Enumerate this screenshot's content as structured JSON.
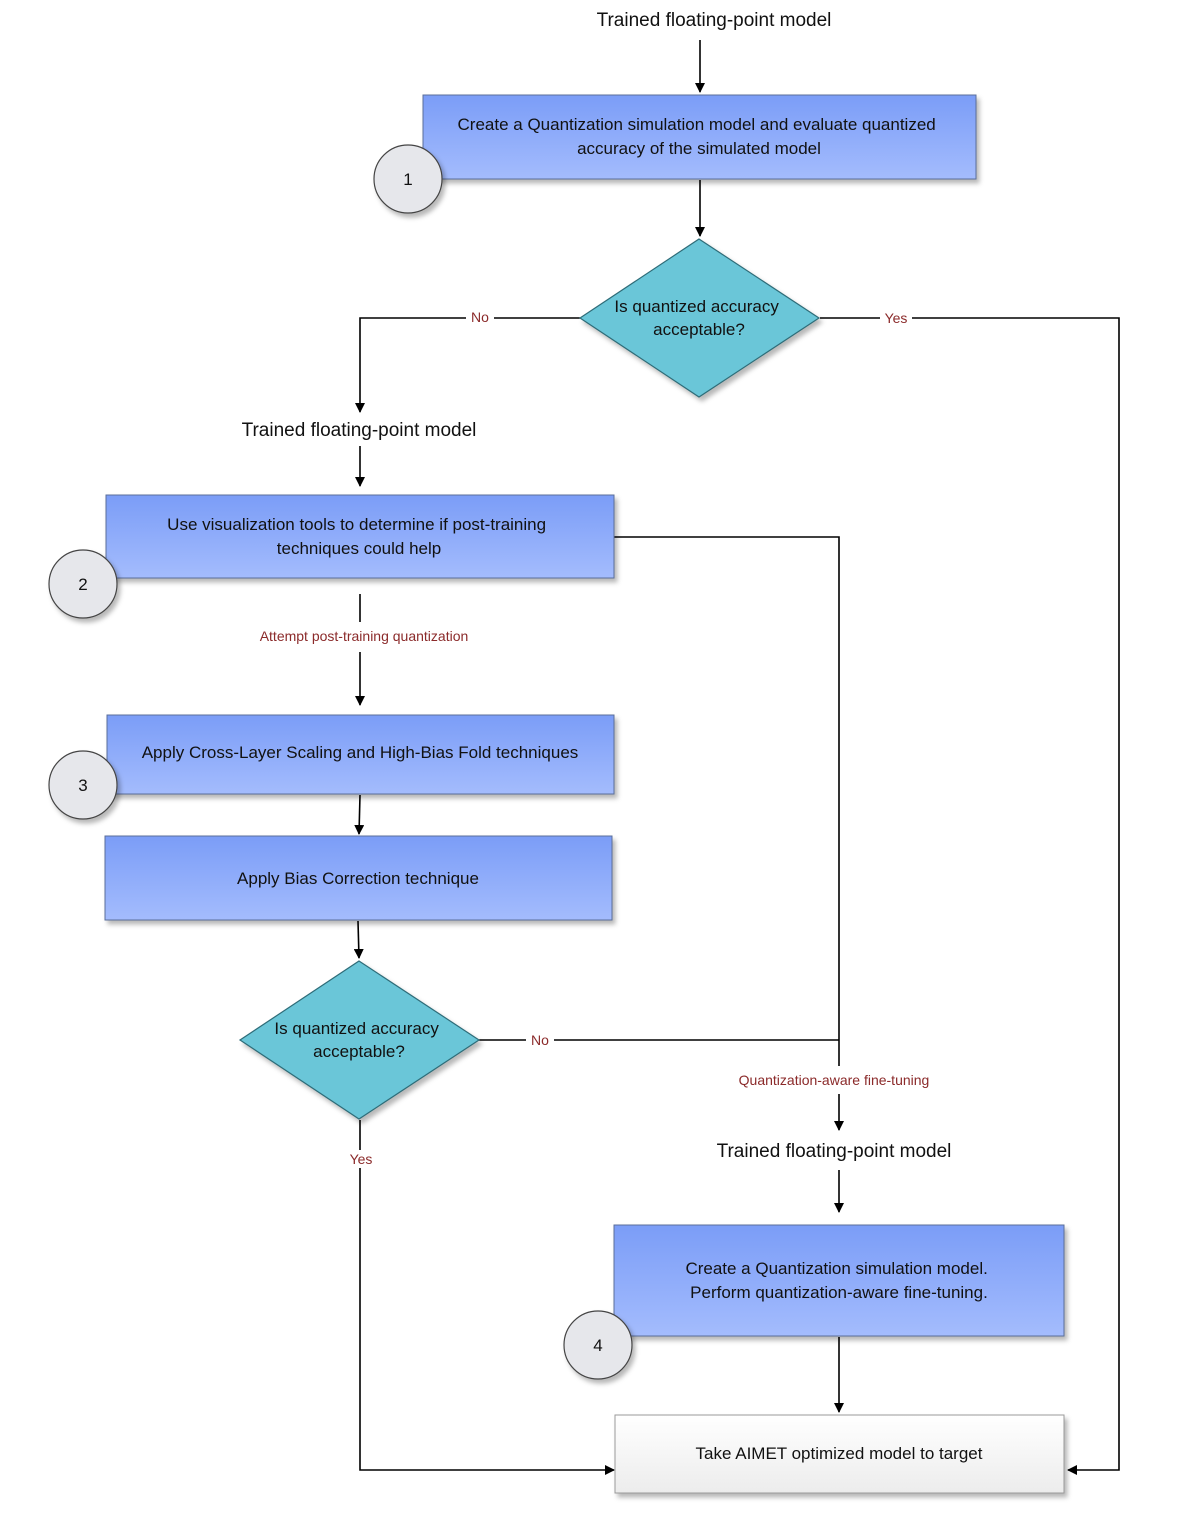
{
  "labels": {
    "top_input": "Trained floating-point model",
    "mid_input": "Trained floating-point model",
    "qat_input": "Trained floating-point model"
  },
  "boxes": {
    "step1": [
      "Create a Quantization simulation model and evaluate quantized",
      "accuracy of the simulated model"
    ],
    "step2": [
      "Use visualization tools to determine if post-training",
      "techniques could help"
    ],
    "step3": [
      "Apply Cross-Layer Scaling and High-Bias Fold techniques"
    ],
    "bias": [
      "Apply Bias Correction technique"
    ],
    "step4": [
      "Create a Quantization simulation model.",
      "Perform quantization-aware fine-tuning."
    ],
    "target": [
      "Take AIMET optimized model to target"
    ]
  },
  "decisions": {
    "d1": [
      "Is quantized accuracy",
      "acceptable?"
    ],
    "d2": [
      "Is quantized accuracy",
      "acceptable?"
    ]
  },
  "edge_labels": {
    "d1_no": "No",
    "d1_yes": "Yes",
    "ptq": "Attempt post-training quantization",
    "d2_no": "No",
    "d2_yes": "Yes",
    "qat": "Quantization-aware fine-tuning"
  },
  "steps": {
    "s1": "1",
    "s2": "2",
    "s3": "3",
    "s4": "4"
  },
  "colors": {
    "box_top": "#7b9df7",
    "box_bottom": "#a4bcfd",
    "decision_fill": "#6ac6d8",
    "target_top": "#ffffff",
    "target_bottom": "#ececec",
    "badge_fill": "#e6e7eb",
    "edge_label_color": "#8b2a2a"
  }
}
